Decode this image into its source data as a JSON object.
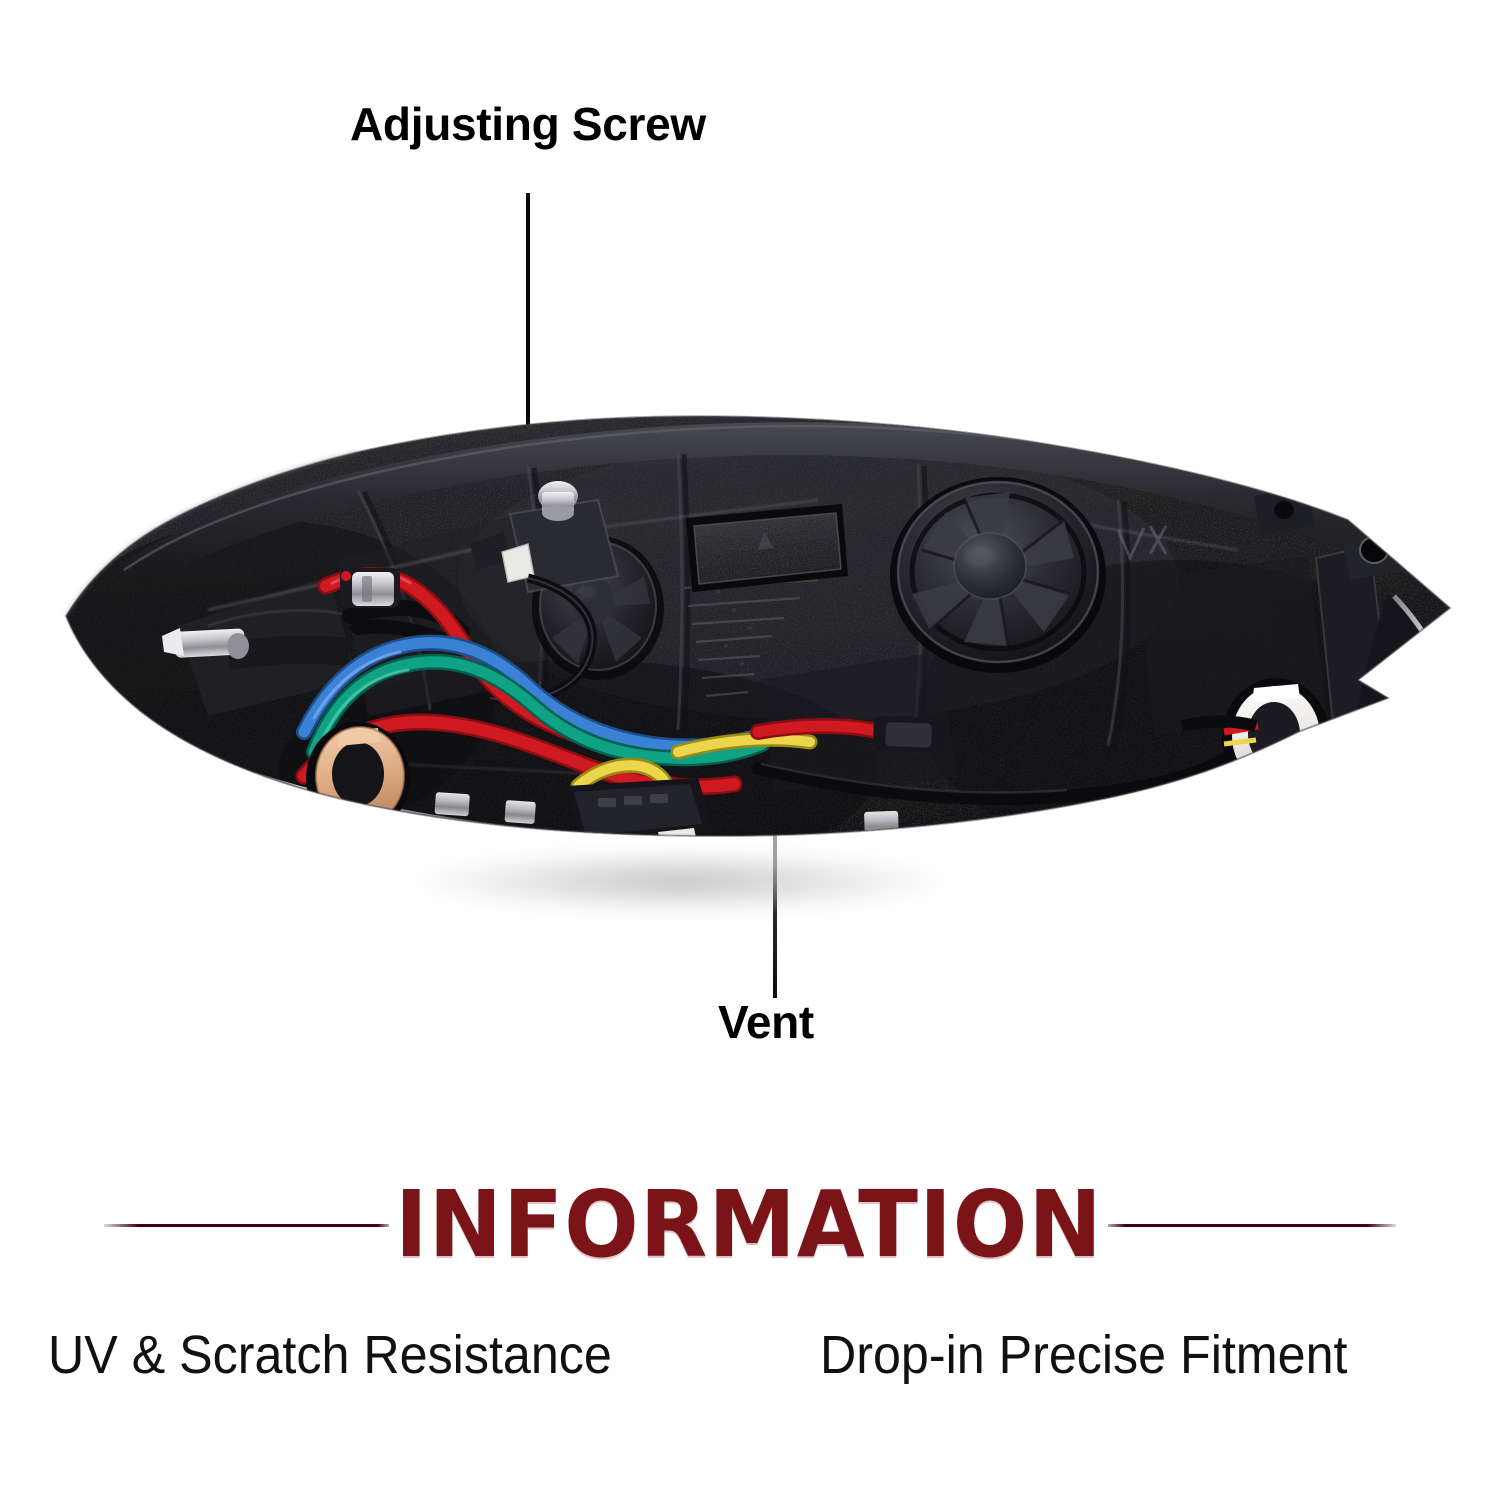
{
  "product": {
    "type": "automotive-headlight-assembly",
    "view": "rear three-quarter / back housing",
    "body_color": "#1d1d1f"
  },
  "callouts": [
    {
      "id": "adjusting-screw",
      "label": "Adjusting Screw",
      "leader": "vertical-line-down"
    },
    {
      "id": "vent",
      "label": "Vent",
      "leader": "vertical-line-up"
    }
  ],
  "banner": {
    "title": "INFORMATION",
    "accent_color": "#7B1418",
    "rule_color": "#45000c"
  },
  "features": [
    "UV & Scratch Resistance",
    "Drop-in Precise Fitment"
  ],
  "wires": {
    "colors": [
      "#c8161d",
      "#2f7fd6",
      "#0f9b7e",
      "#e8d14a"
    ],
    "socket_tan": "#e2b088",
    "socket_white": "#f2f1ec"
  }
}
